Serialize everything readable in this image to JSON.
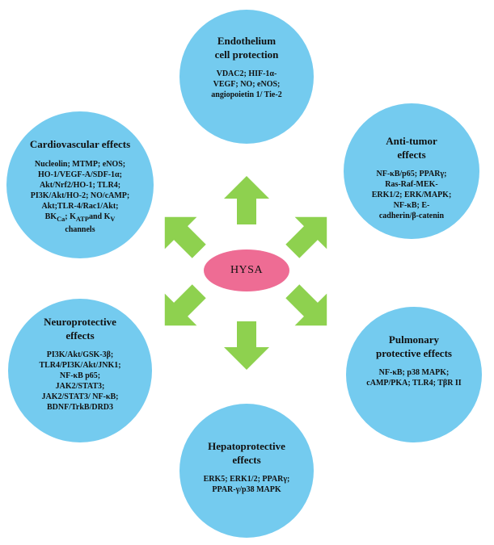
{
  "center": {
    "label": "HYSA"
  },
  "nodes": {
    "endothelium": {
      "title": [
        "Endothelium",
        "cell protection"
      ],
      "body": [
        "VDAC2; HIF-1α-",
        "VEGF; NO; eNOS;",
        "angiopoietin 1/ Tie-2"
      ]
    },
    "antitumor": {
      "title": [
        "Anti-tumor",
        "effects"
      ],
      "body": [
        "NF-κB/p65; PPARγ;",
        "Ras-Raf-MEK-",
        "ERK1/2; ERK/MAPK;",
        "NF-κB; E-",
        "cadherin/β-catenin"
      ]
    },
    "pulmonary": {
      "title": [
        "Pulmonary",
        "protective effects"
      ],
      "body": [
        "NF-κB; p38 MAPK;",
        "cAMP/PKA; TLR4; TβR II"
      ]
    },
    "hepato": {
      "title": [
        "Hepatoprotective",
        "effects"
      ],
      "body": [
        "ERK5; ERK1/2; PPARγ;",
        "PPAR-γ/p38 MAPK"
      ]
    },
    "neuro": {
      "title": [
        "Neuroprotective",
        "effects"
      ],
      "body": [
        "PI3K/Akt/GSK-3β;",
        "TLR4/PI3K/Akt/JNK1;",
        "NF-κB p65;",
        "JAK2/STAT3;",
        "JAK2/STAT3/ NF-κB;",
        "BDNF/TrkB/DRD3"
      ]
    },
    "cardio": {
      "title": [
        "Cardiovascular effects"
      ],
      "body": [
        "Nucleolin; MTMP; eNOS;",
        "HO-1/VEGF-A/SDF-1α;",
        "Akt/Nrf2/HO-1; TLR4;",
        "PI3K/Akt/HO-2; NO/cAMP;",
        "Akt;TLR-4/Rac1/Akt;"
      ],
      "bkca": {
        "base": "BK",
        "sub": "Ca"
      },
      "katp": {
        "base": "K",
        "sub": "ATP",
        "joiner": "and"
      },
      "kv": {
        "base": "K",
        "sub": "V"
      },
      "channels": "channels"
    }
  },
  "colors": {
    "node_fill": "#74cbef",
    "center_fill": "#ee6c94",
    "arrow_fill": "#8ed14f"
  }
}
